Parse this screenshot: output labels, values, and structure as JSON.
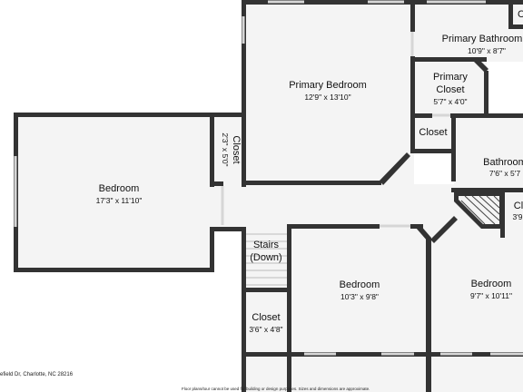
{
  "rooms": {
    "primary_bathroom": {
      "name": "Primary Bathroom",
      "dims": "10'9\" x 8'7\""
    },
    "primary_bedroom": {
      "name": "Primary Bedroom",
      "dims": "12'9\" x 13'10\""
    },
    "primary_closet": {
      "name_line1": "Primary",
      "name_line2": "Closet",
      "dims": "5'7\" x 4'0\""
    },
    "closet_small": {
      "name": "Closet"
    },
    "bathroom": {
      "name": "Bathroom",
      "dims": "7'6\" x 5'7"
    },
    "closet_vertical": {
      "name": "Closet",
      "dims": "2'3\" x 5'0\""
    },
    "bedroom_left": {
      "name": "Bedroom",
      "dims": "17'3\" x 11'10\""
    },
    "closet_right_edge": {
      "name": "Cl",
      "dims": "3'9"
    },
    "closet_top_right": {
      "name": "C"
    },
    "stairs": {
      "name_line1": "Stairs",
      "name_line2": "(Down)"
    },
    "bedroom_middle": {
      "name": "Bedroom",
      "dims": "10'3\" x 9'8\""
    },
    "bedroom_right": {
      "name": "Bedroom",
      "dims": "9'7\" x 10'11\""
    },
    "closet_bottom": {
      "name": "Closet",
      "dims": "3'6\" x 4'8\""
    }
  },
  "footer": {
    "address": "efield Dr, Charlotte, NC 28216",
    "disclaimer": "Floor plans/tour cannot be used for building or design purposes. Sizes and dimensions are approximate."
  },
  "colors": {
    "wall": "#333333",
    "floor": "#f4f4f4",
    "window": "#d6d6d6"
  }
}
